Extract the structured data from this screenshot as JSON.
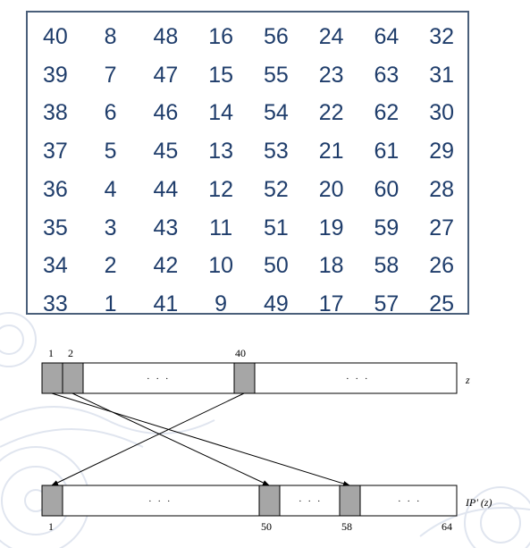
{
  "permutation_table": {
    "rows": [
      [
        "40",
        "8",
        "48",
        "16",
        "56",
        "24",
        "64",
        "32"
      ],
      [
        "39",
        "7",
        "47",
        "15",
        "55",
        "23",
        "63",
        "31"
      ],
      [
        "38",
        "6",
        "46",
        "14",
        "54",
        "22",
        "62",
        "30"
      ],
      [
        "37",
        "5",
        "45",
        "13",
        "53",
        "21",
        "61",
        "29"
      ],
      [
        "36",
        "4",
        "44",
        "12",
        "52",
        "20",
        "60",
        "28"
      ],
      [
        "35",
        "3",
        "43",
        "11",
        "51",
        "19",
        "59",
        "27"
      ],
      [
        "34",
        "2",
        "42",
        "10",
        "50",
        "18",
        "58",
        "26"
      ],
      [
        "33",
        "1",
        "41",
        "9",
        "49",
        "17",
        "57",
        "25"
      ]
    ]
  },
  "diagram": {
    "top_bar": {
      "label": "z",
      "bit_labels": [
        "1",
        "2",
        "40"
      ],
      "ellipses": [
        "· · ·",
        "· · ·"
      ]
    },
    "bottom_bar": {
      "label": "IP' (z)",
      "bit_labels": [
        "1",
        "50",
        "58",
        "64"
      ],
      "ellipses": [
        "· · ·",
        "· · ·",
        "· · ·"
      ]
    }
  },
  "colors": {
    "table_text": "#1f3d6b",
    "table_border": "#4a5f7a",
    "cell_fill": "#a6a6a6",
    "watermark": "#dde3ee"
  }
}
